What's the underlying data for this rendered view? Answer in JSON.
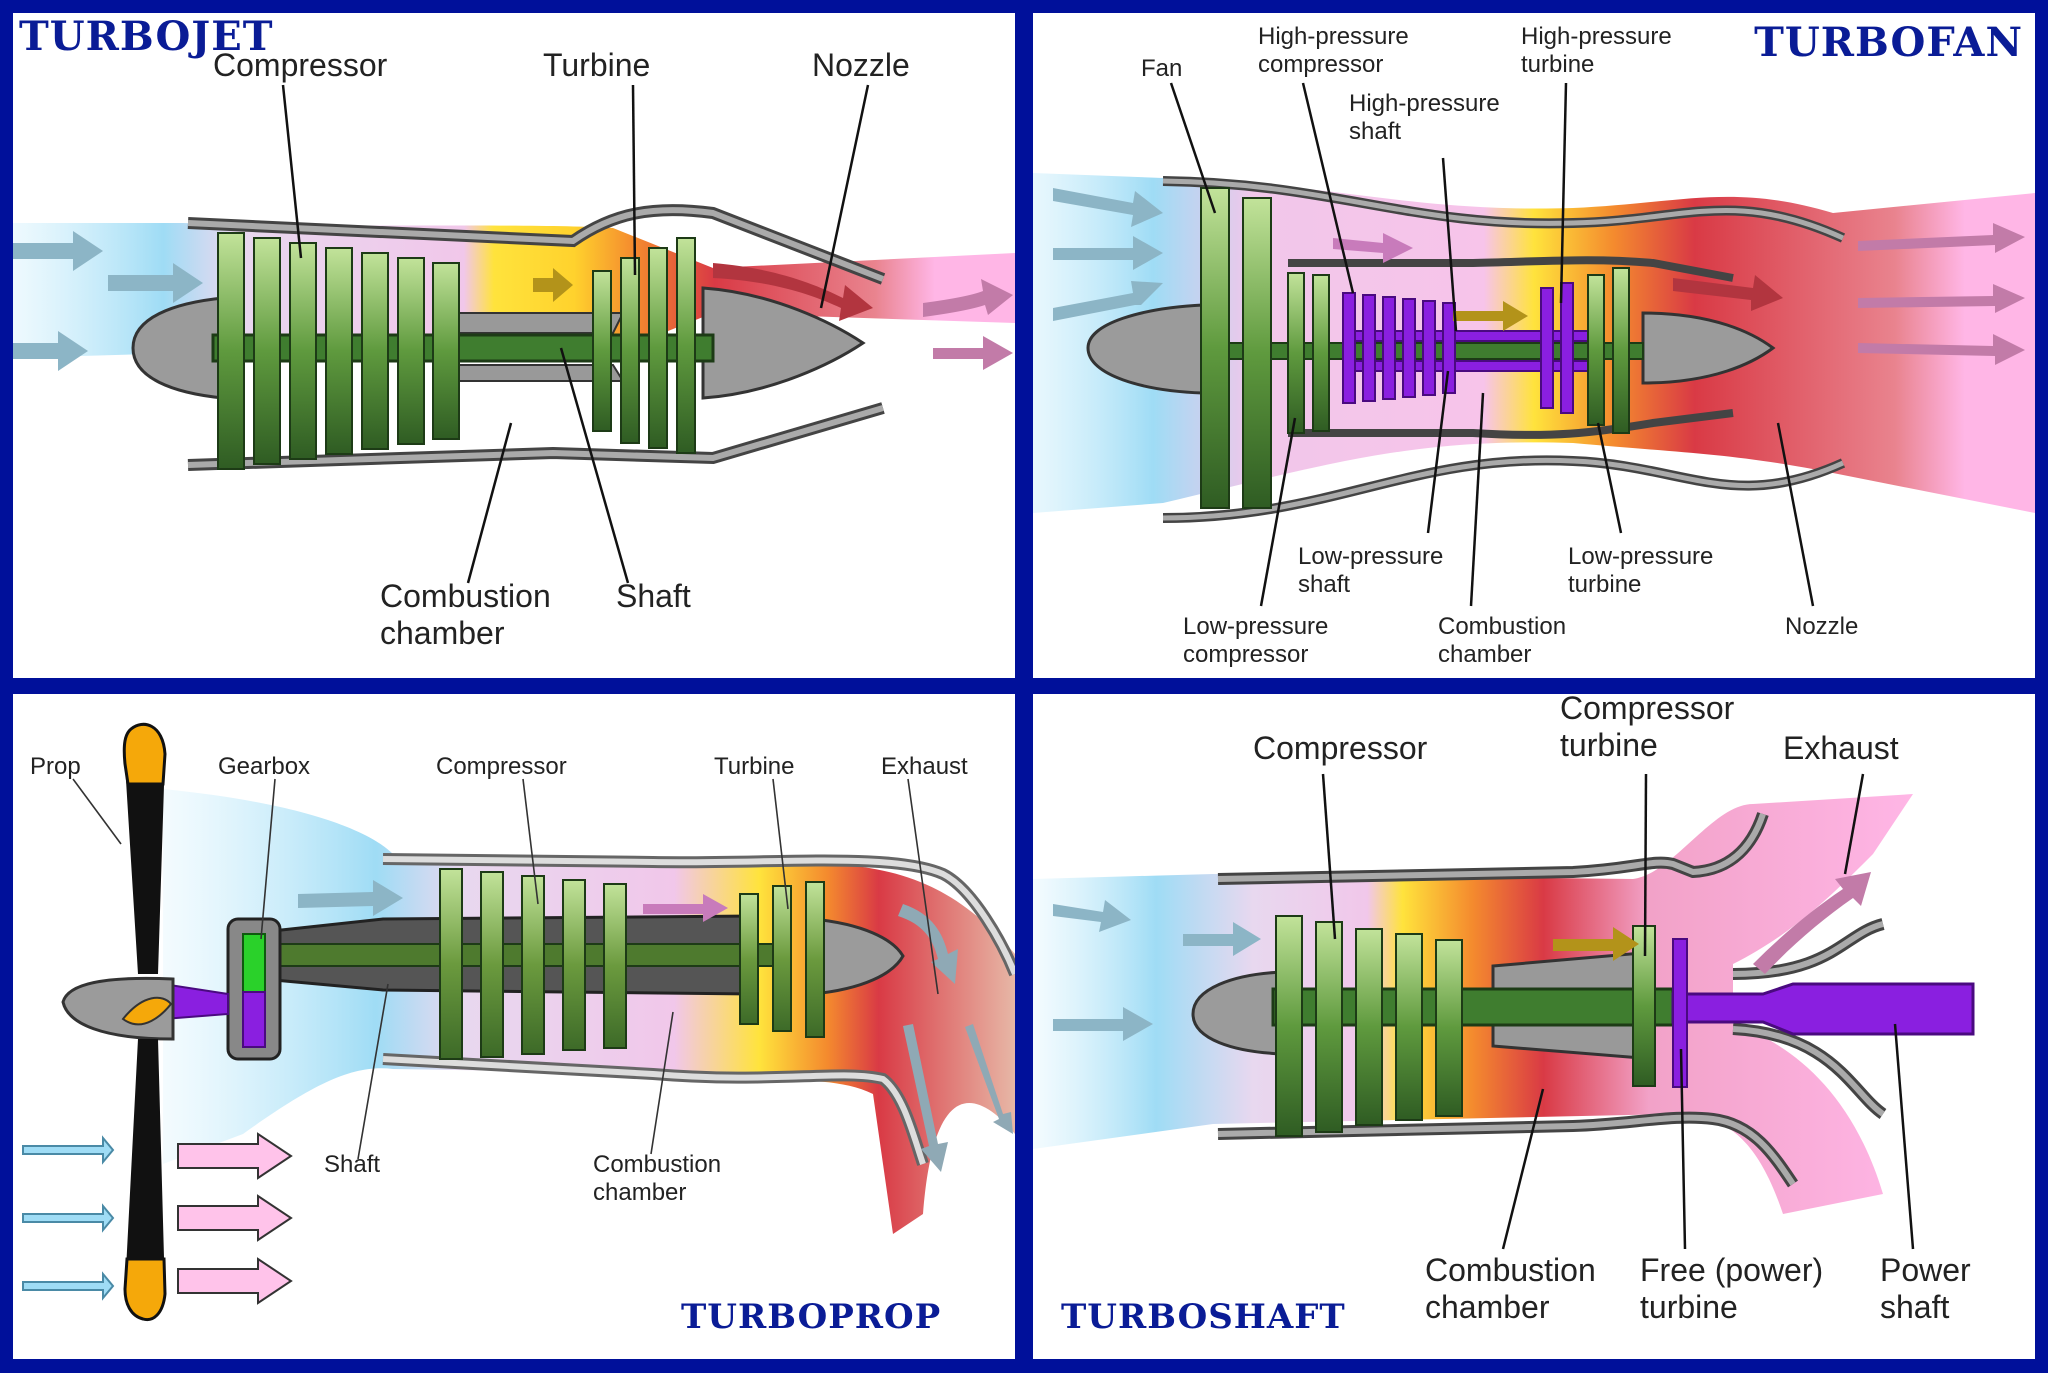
{
  "panels": {
    "turbojet": {
      "title": "TURBOJET",
      "labels": {
        "compressor": "Compressor",
        "turbine": "Turbine",
        "nozzle": "Nozzle",
        "combustion_1": "Combustion",
        "combustion_2": "chamber",
        "shaft": "Shaft"
      }
    },
    "turbofan": {
      "title": "TURBOFAN",
      "labels": {
        "fan": "Fan",
        "hp_compressor_1": "High-pressure",
        "hp_compressor_2": "compressor",
        "hp_turbine_1": "High-pressure",
        "hp_turbine_2": "turbine",
        "hp_shaft_1": "High-pressure",
        "hp_shaft_2": "shaft",
        "lp_shaft_1": "Low-pressure",
        "lp_shaft_2": "shaft",
        "lp_turbine_1": "Low-pressure",
        "lp_turbine_2": "turbine",
        "lp_compressor_1": "Low-pressure",
        "lp_compressor_2": "compressor",
        "combustion_1": "Combustion",
        "combustion_2": "chamber",
        "nozzle": "Nozzle"
      }
    },
    "turboprop": {
      "title": "TURBOPROP",
      "labels": {
        "prop": "Prop",
        "gearbox": "Gearbox",
        "compressor": "Compressor",
        "turbine": "Turbine",
        "exhaust": "Exhaust",
        "shaft": "Shaft",
        "combustion_1": "Combustion",
        "combustion_2": "chamber"
      }
    },
    "turboshaft": {
      "title": "TURBOSHAFT",
      "labels": {
        "compressor": "Compressor",
        "compressor_turbine_1": "Compressor",
        "compressor_turbine_2": "turbine",
        "exhaust": "Exhaust",
        "combustion_1": "Combustion",
        "combustion_2": "chamber",
        "free_turbine_1": "Free (power)",
        "free_turbine_2": "turbine",
        "power_shaft_1": "Power",
        "power_shaft_2": "shaft"
      }
    }
  },
  "colors": {
    "frame": "#00109a",
    "title": "#0a1c96",
    "intake_air": "#9fdcf5",
    "compressor_light": "#c2e39a",
    "compressor_dark": "#2f5c23",
    "combustion": "#ffe33c",
    "hot_gas": "#d93a45",
    "exhaust_pink": "#ffb6e6",
    "hp_spool": "#8a1fe0",
    "casing": "#8d8d8d"
  }
}
